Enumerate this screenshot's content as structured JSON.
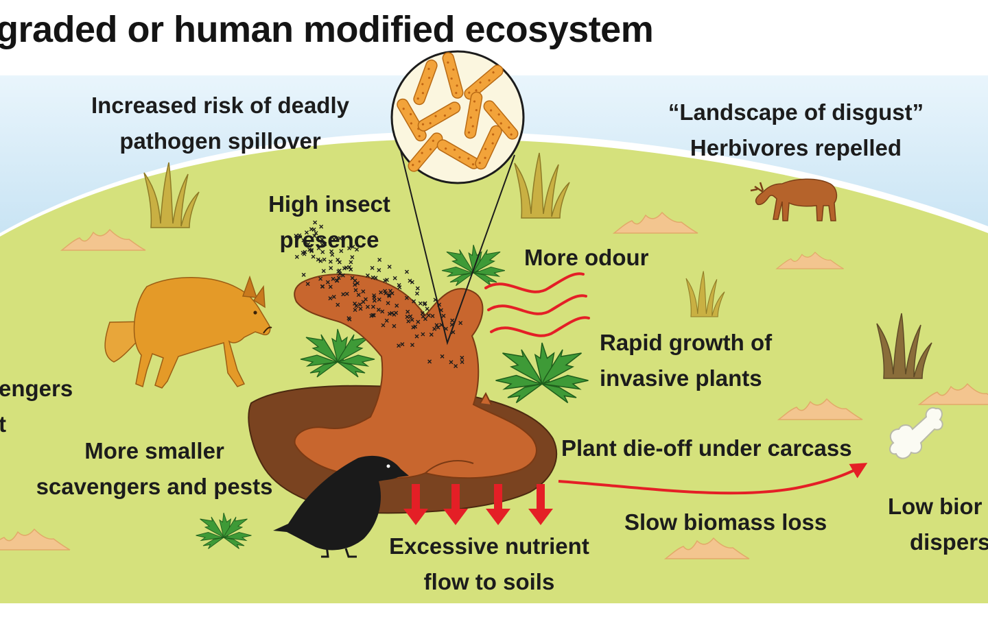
{
  "title": "graded or human modified ecosystem",
  "labels": {
    "pathogen": [
      "Increased risk of deadly",
      "pathogen spillover"
    ],
    "disgust": [
      "“Landscape of disgust”",
      "Herbivores repelled"
    ],
    "insect": [
      "High insect",
      "presence"
    ],
    "odour": [
      "More odour"
    ],
    "invasive": [
      "Rapid growth of",
      "invasive plants"
    ],
    "scavengers_cut": [
      "engers",
      "t"
    ],
    "smaller_scavengers": [
      "More smaller",
      "scavengers and pests"
    ],
    "die_off": [
      "Plant die-off under carcass"
    ],
    "biomass_loss": [
      "Slow biomass loss"
    ],
    "nutrient": [
      "Excessive nutrient",
      "flow to soils"
    ],
    "low_bio": [
      "Low bior",
      "dispers"
    ]
  },
  "icons": {
    "fox": "fox-icon",
    "deer": "deer-icon",
    "crow": "crow-icon",
    "carcass": "carcass-icon",
    "bacteria": "bacteria-magnifier-icon",
    "insects": "insect-swarm-icon",
    "odour": "odour-lines-icon",
    "bone": "bone-icon",
    "plants": "plant-icon",
    "grass": "grass-tuft-icon",
    "arrows": "nutrient-arrow-icon"
  },
  "colors": {
    "ground": "#d5e17c",
    "sky": "#d3eaf7",
    "carcass": "#c8662e",
    "carcass_shadow": "#7a4320",
    "fox": "#e49a28",
    "deer": "#b5632b",
    "arrow": "#e41f26",
    "plant": "#3e9a37",
    "bacteria": "#f2a33a",
    "sand": "#f3c58f"
  }
}
